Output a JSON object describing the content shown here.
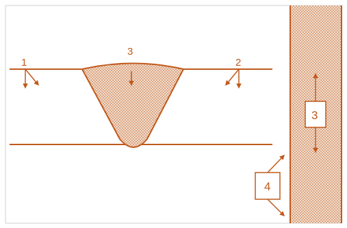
{
  "colors": {
    "line": "#c05a1c",
    "fill": "#f3dccb",
    "dots": "#b9612b",
    "frame": "#cfcfcf",
    "background": "#ffffff"
  },
  "labels": {
    "left_point": "1",
    "top_center": "3",
    "right_point": "2",
    "plate_box": "3",
    "lower_box": "4"
  },
  "icons": [
    "arrow-icon"
  ]
}
